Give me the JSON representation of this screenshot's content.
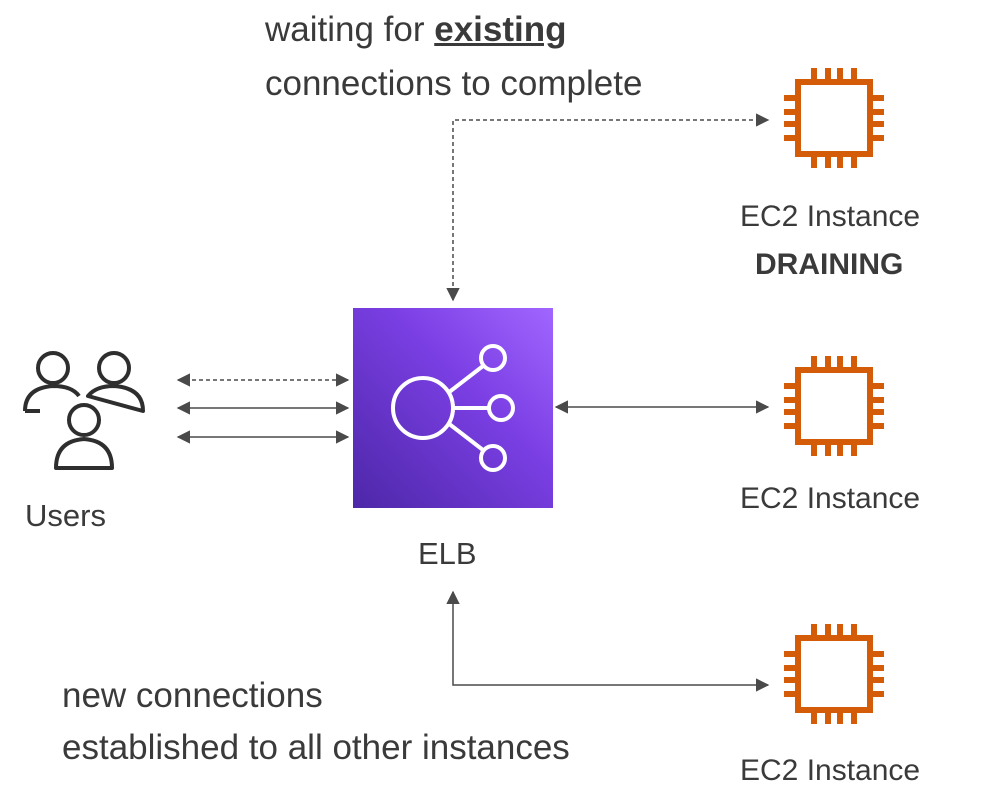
{
  "annotations": {
    "top_line1_prefix": "waiting for ",
    "top_line1_emphasis": "existing",
    "top_line2": "connections to complete",
    "bottom_line1": "new connections",
    "bottom_line2": "established to all other instances"
  },
  "users": {
    "label": "Users",
    "icon": "users-icon"
  },
  "elb": {
    "label": "ELB",
    "icon": "load-balancer-icon",
    "gradient_start": "#4d27a8",
    "gradient_end": "#a166ff"
  },
  "instances": [
    {
      "label": "EC2 Instance",
      "status": "DRAINING",
      "icon": "ec2-chip-icon"
    },
    {
      "label": "EC2 Instance",
      "icon": "ec2-chip-icon"
    },
    {
      "label": "EC2 Instance",
      "icon": "ec2-chip-icon"
    }
  ],
  "colors": {
    "ec2_orange": "#d45b07",
    "arrow": "#4a4a4a",
    "text": "#3a3a3a"
  }
}
